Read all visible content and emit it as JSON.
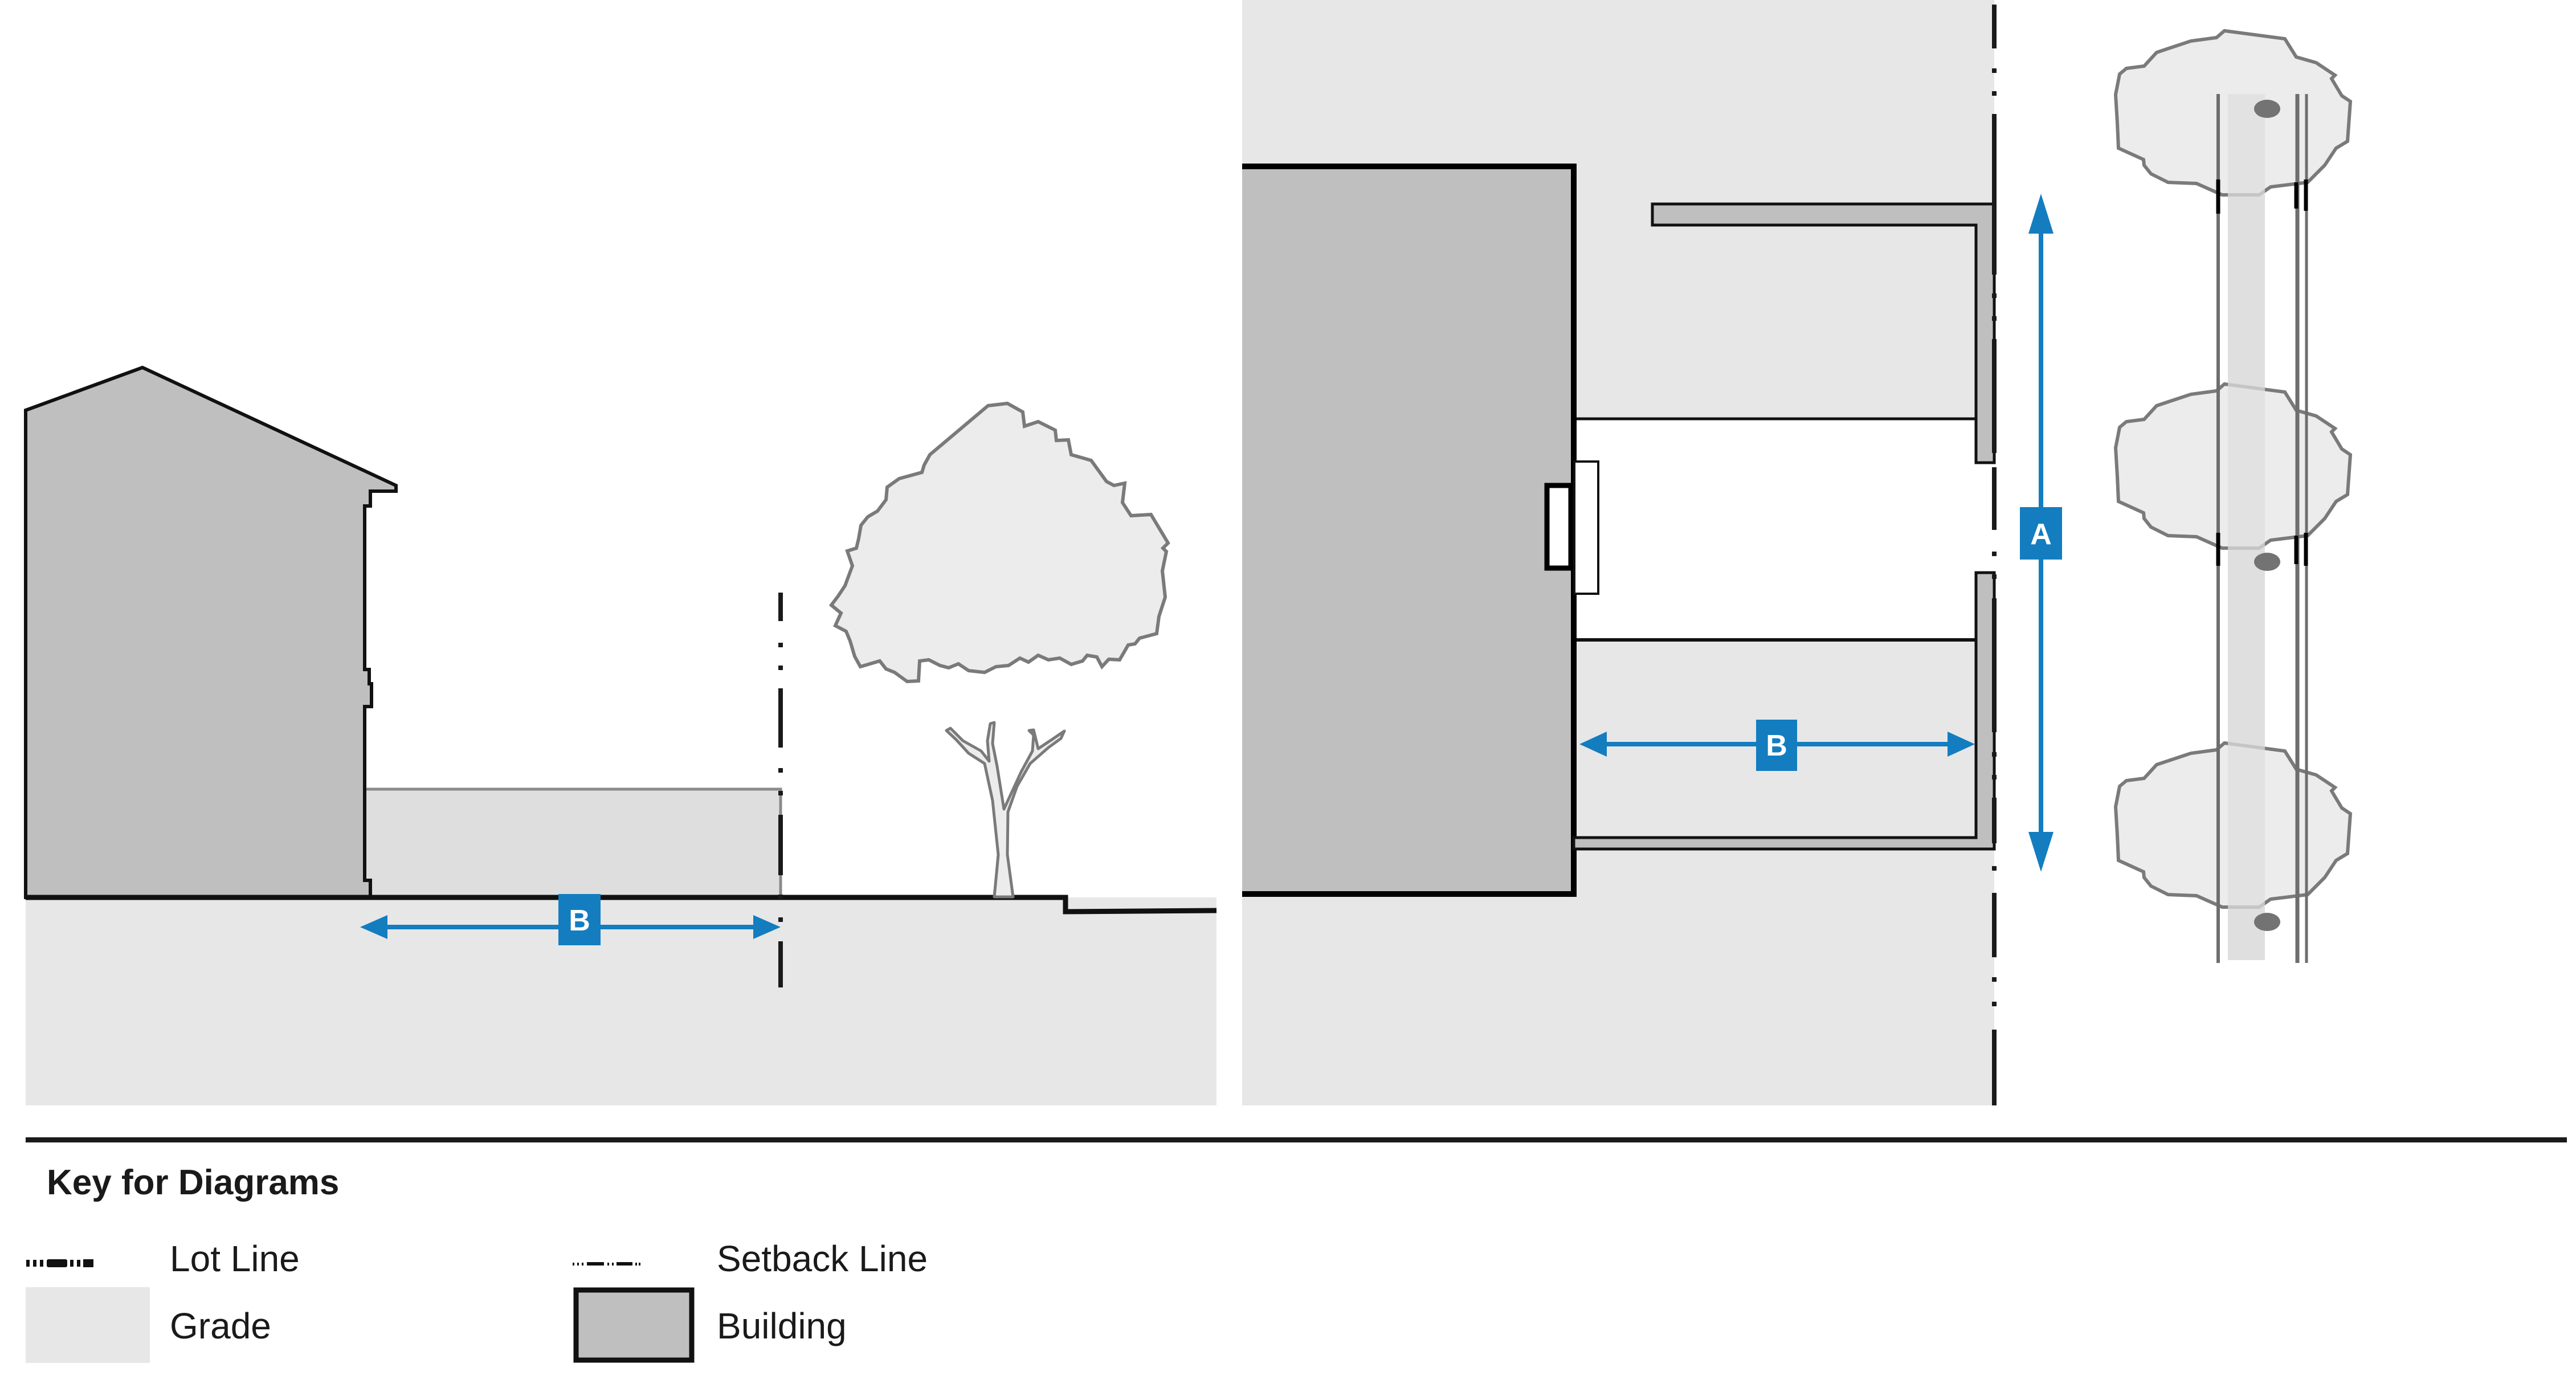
{
  "colors": {
    "grade": "#e7e7e7",
    "grade_raised": "#dedede",
    "building": "#bfbfbf",
    "tree_fill": "#ececec",
    "tree_stroke": "#7a7a7a",
    "line": "#111111",
    "accent_blue": "#137dc0",
    "tree_trunk_dot": "#737373"
  },
  "section_view": {
    "dimension_label": "B"
  },
  "plan_view": {
    "dimension_labels": [
      "A",
      "B"
    ],
    "vertical_label": "A",
    "horizontal_label": "B"
  },
  "key": {
    "title": "Key for Diagrams",
    "items": [
      {
        "label": "Lot Line",
        "symbol": "lot-line"
      },
      {
        "label": "Setback Line",
        "symbol": "setback-line"
      },
      {
        "label": "Grade",
        "symbol": "grade-swatch"
      },
      {
        "label": "Building",
        "symbol": "building-swatch"
      }
    ]
  }
}
